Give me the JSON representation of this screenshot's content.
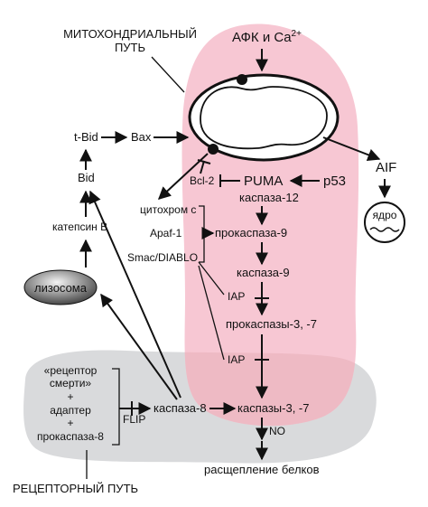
{
  "labels": {
    "mito_path": [
      "МИТОХОНДРИАЛЬНЫЙ",
      "ПУТЬ"
    ],
    "afk": "АФК и Ca",
    "afk_sup": "2+",
    "aif": "AIF",
    "nucleus": "ядро",
    "tbid": "t-Bid",
    "bax": "Bax",
    "bid": "Bid",
    "bcl2": "Bcl-2",
    "puma": "PUMA",
    "p53": "p53",
    "caspase12": "каспаза-12",
    "cytochrome_c": "цитохром c",
    "apaf1": "Apaf-1",
    "smac": "Smac/DIABLO",
    "procaspase9": "прокаспаза-9",
    "cathepsin_b": "катепсин B",
    "lysosome": "лизосома",
    "caspase9": "каспаза-9",
    "iap1": "IAP",
    "procaspases37": "прокаспазы-3, -7",
    "iap2": "IAP",
    "receptor_block": [
      "«рецептор",
      "смерти»",
      "+",
      "адаптер",
      "+",
      "прокаспаза-8"
    ],
    "flip": "FLIP",
    "caspase8": "каспаза-8",
    "caspases37": "каспазы-3, -7",
    "no": "NO",
    "protein_cleavage": "расщепление белков",
    "receptor_path": "РЕЦЕПТОРНЫЙ ПУТЬ"
  },
  "colors": {
    "mito_region": "#f7c7d3",
    "receptor_region": "#d9dadc",
    "overlap_region": "#eebac4",
    "lysosome_light": "#f4f4f4",
    "lysosome_dark": "#3a3a3a"
  },
  "icons": {
    "mitochondrion": "mitochondrion-icon",
    "nucleus": "nucleus-icon",
    "lysosome": "lysosome-icon"
  }
}
